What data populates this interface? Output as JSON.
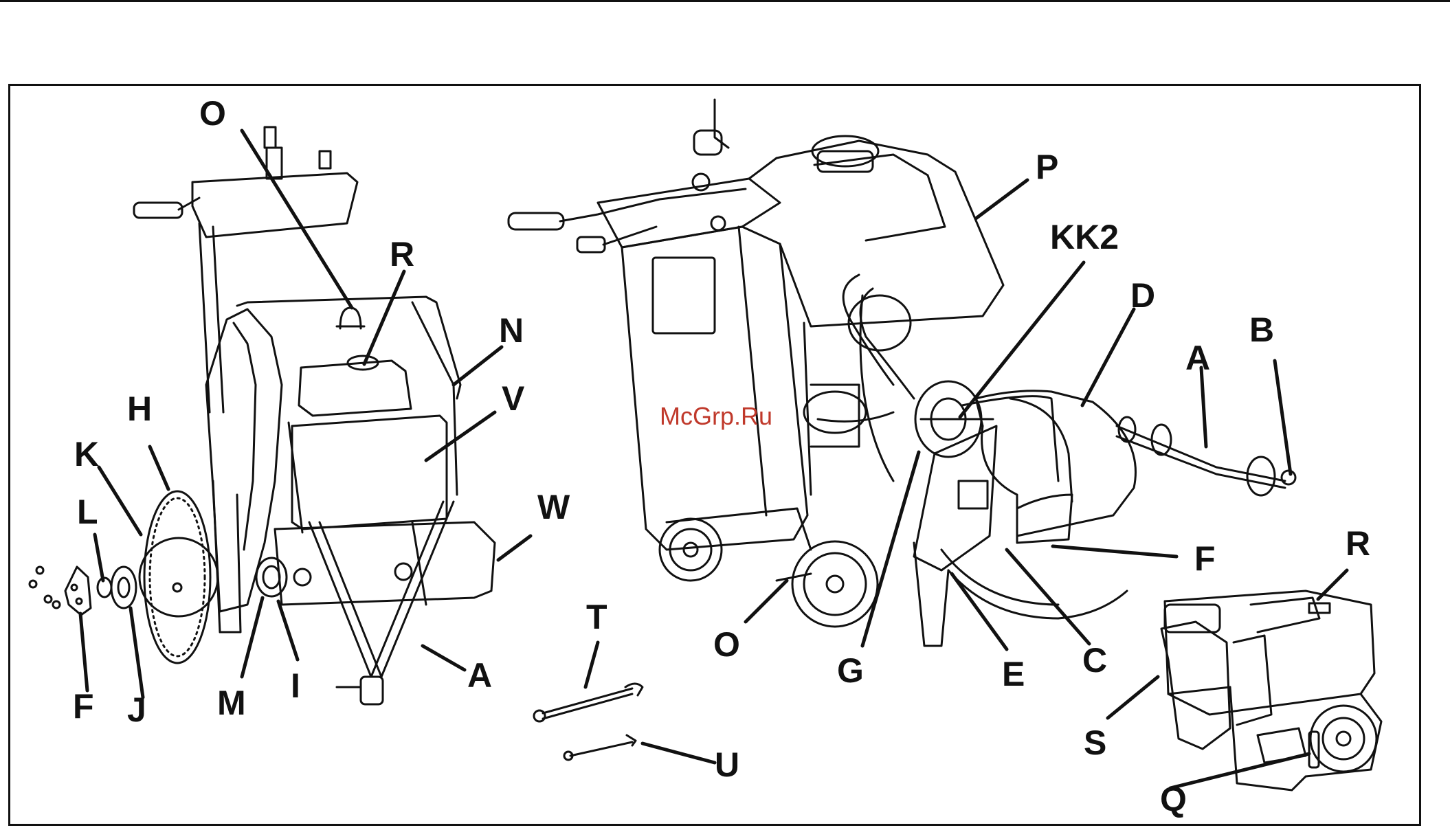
{
  "watermark": "McGrp.Ru",
  "labels": {
    "O1": "O",
    "R1": "R",
    "N": "N",
    "V": "V",
    "H": "H",
    "K": "K",
    "L": "L",
    "W": "W",
    "A1": "A",
    "F1": "F",
    "J": "J",
    "M": "M",
    "I": "I",
    "T": "T",
    "U": "U",
    "P": "P",
    "KK2": "KK2",
    "D": "D",
    "B": "B",
    "A2": "A",
    "F2": "F",
    "R2": "R",
    "O2": "O",
    "G": "G",
    "E": "E",
    "C": "C",
    "S": "S",
    "Q": "Q"
  }
}
